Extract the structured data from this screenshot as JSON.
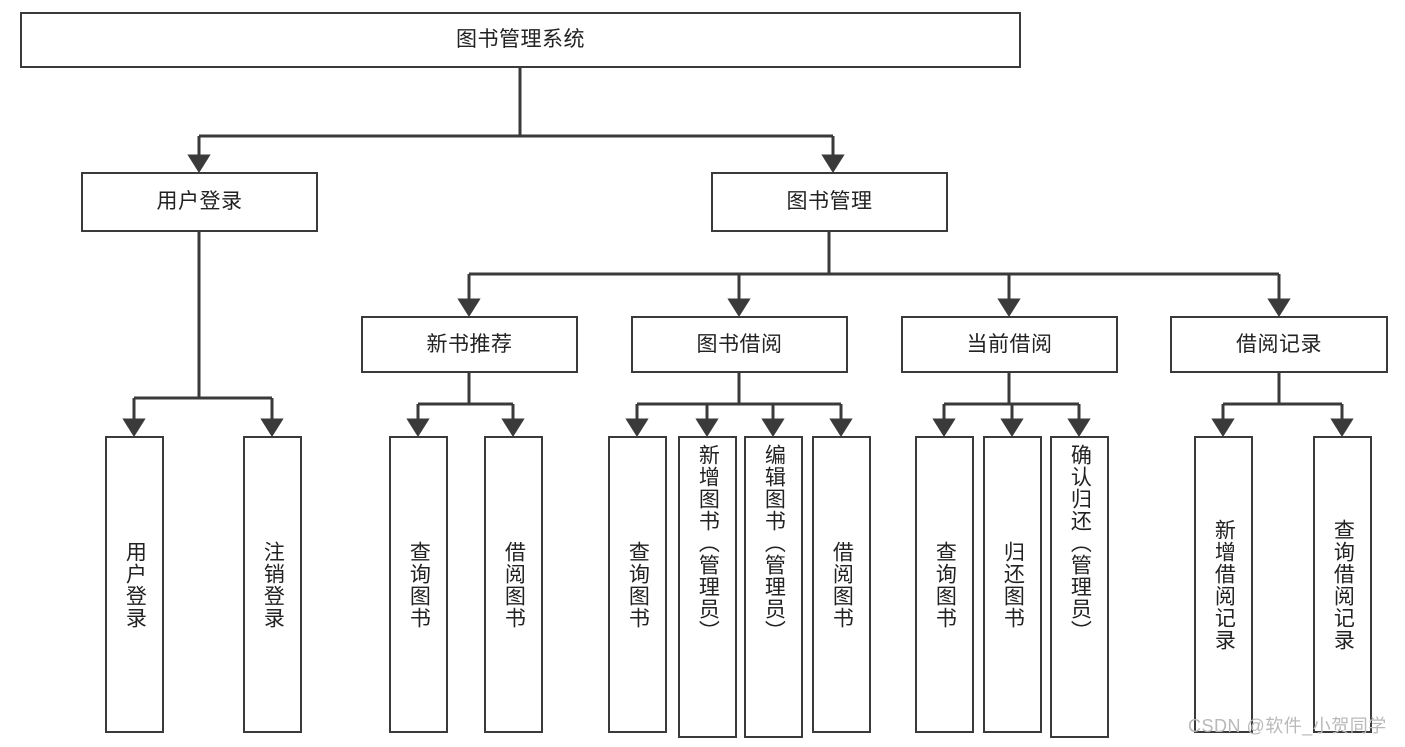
{
  "diagram": {
    "title": "图书管理系统",
    "type": "tree-hierarchy-diagram",
    "colors": {
      "box_border": "#3a3a3a",
      "box_fill": "#ffffff",
      "connector": "#3a3a3a",
      "text": "#222222",
      "watermark": "#b9b9b9"
    },
    "root": {
      "label": "图书管理系统"
    },
    "level2": [
      {
        "label": "用户登录"
      },
      {
        "label": "图书管理"
      }
    ],
    "level3": [
      {
        "label": "新书推荐"
      },
      {
        "label": "图书借阅"
      },
      {
        "label": "当前借阅"
      },
      {
        "label": "借阅记录"
      }
    ],
    "leaves": {
      "user_login": [
        {
          "label": "用户登录"
        },
        {
          "label": "注销登录"
        }
      ],
      "new_book_recommend": [
        {
          "label": "查询图书"
        },
        {
          "label": "借阅图书"
        }
      ],
      "book_borrow": [
        {
          "label": "查询图书"
        },
        {
          "label": "新增图书（管理员）"
        },
        {
          "label": "编辑图书（管理员）"
        },
        {
          "label": "借阅图书"
        }
      ],
      "current_borrow": [
        {
          "label": "查询图书"
        },
        {
          "label": "归还图书"
        },
        {
          "label": "确认归还（管理员）"
        }
      ],
      "borrow_record": [
        {
          "label": "新增借阅记录"
        },
        {
          "label": "查询借阅记录"
        }
      ]
    }
  },
  "watermark": {
    "text": "CSDN @软件_小贺同学"
  }
}
